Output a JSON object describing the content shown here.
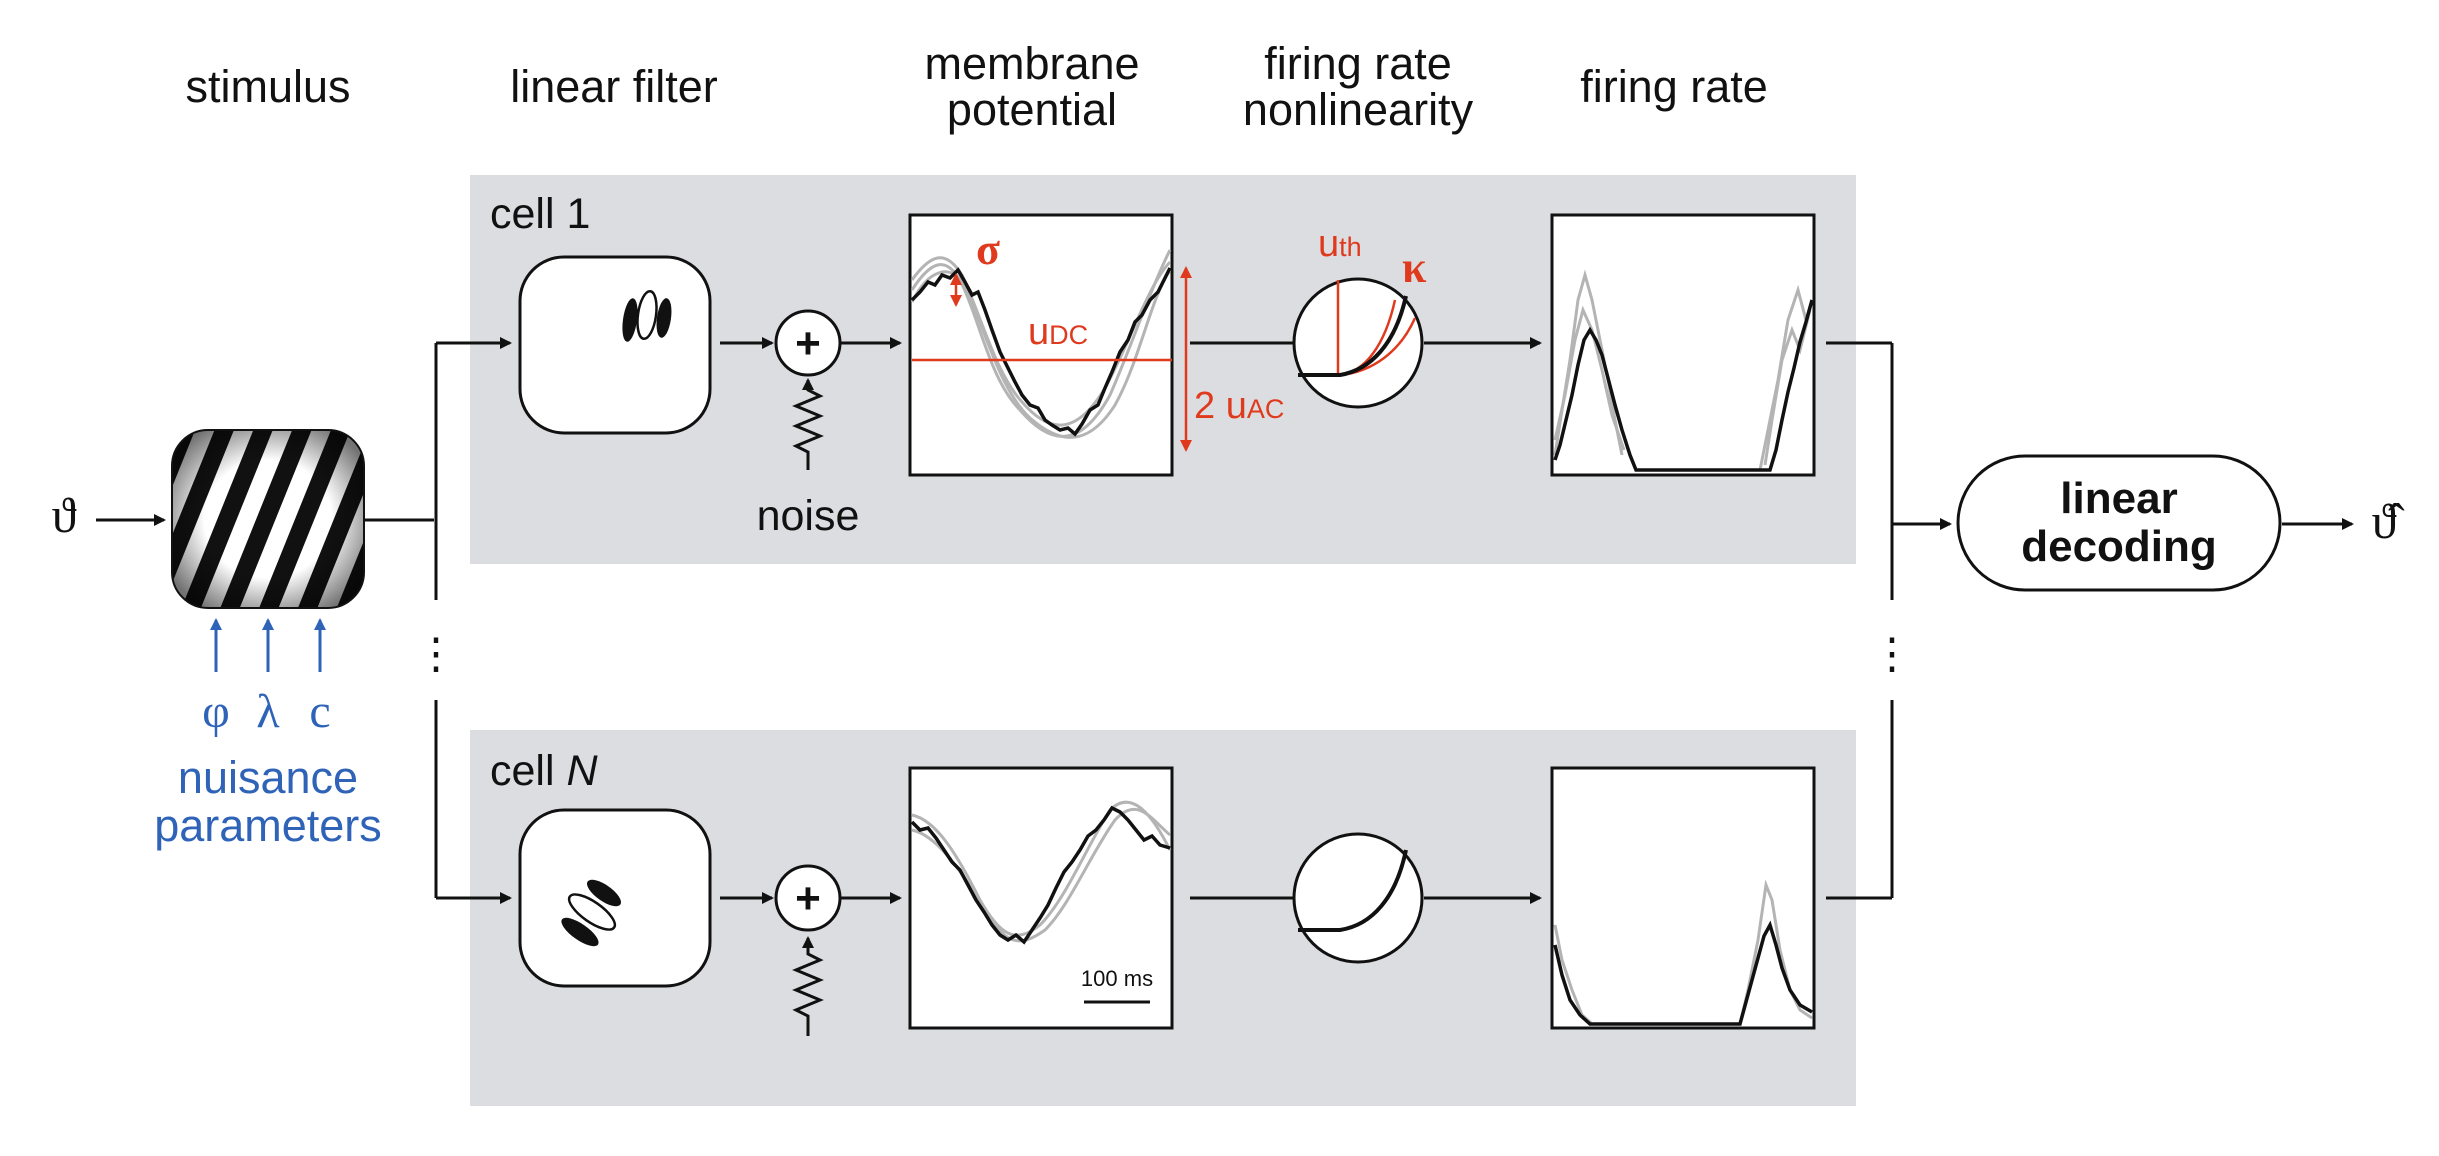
{
  "headers": {
    "stimulus": "stimulus",
    "linear_filter": "linear filter",
    "membrane_line1": "membrane",
    "membrane_line2": "potential",
    "nonlin_line1": "firing rate",
    "nonlin_line2": "nonlinearity",
    "firing_rate": "firing rate"
  },
  "labels": {
    "input_symbol": "ϑ",
    "output_symbol": "ϑ̂",
    "cell1": "cell 1",
    "cellN_prefix": "cell ",
    "cellN_italic": "N",
    "noise": "noise",
    "phi": "φ",
    "lambda": "λ",
    "c": "c",
    "nuisance_line1": "nuisance",
    "nuisance_line2": "parameters",
    "decoding_line1": "linear",
    "decoding_line2": "decoding",
    "sigma": "σ",
    "u_dc_base": "u",
    "u_dc_sub": "DC",
    "u_ac_prefix": "2 u",
    "u_ac_sub": "AC",
    "u_th_base": "u",
    "u_th_sub": "th",
    "kappa": "κ",
    "scale_bar": "100 ms",
    "vertical_dots": "⋮",
    "plus": "+"
  },
  "colors": {
    "annotation_red": "#e03a1e",
    "nuisance_blue": "#2f63b8",
    "panel_gray": "#dcdde0",
    "trace_gray": "#b4b4b4"
  }
}
